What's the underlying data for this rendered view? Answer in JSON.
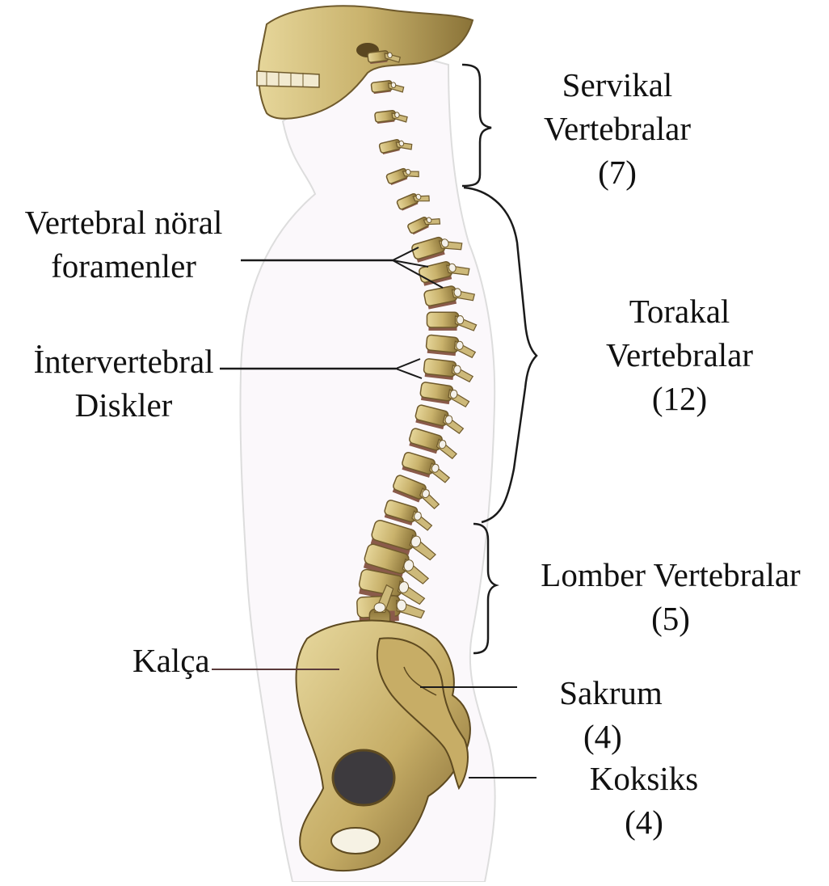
{
  "labels": {
    "cervical": {
      "name": "Servikal",
      "sub": "Vertebralar",
      "count": "(7)"
    },
    "thoracic": {
      "name": "Torakal",
      "sub": "Vertebralar",
      "count": "(12)"
    },
    "lumbar": {
      "name": "Lomber Vertebralar",
      "count": "(5)"
    },
    "sacrum": {
      "name": "Sakrum",
      "count": "(4)"
    },
    "coccyx": {
      "name": "Koksiks",
      "count": "(4)"
    },
    "foramina": {
      "line1": "Vertebral nöral",
      "line2": "foramenler"
    },
    "discs": {
      "line1": "İntervertebral",
      "line2": "Diskler"
    },
    "hip": {
      "name": "Kalça"
    }
  },
  "colors": {
    "bone": "#cdb97a",
    "bone_shadow": "#6f5a2c",
    "disc": "#8a5a4a",
    "body_outline": "#dcdcdc",
    "body_fill": "#fbf9fb",
    "leader_line": "#1a1a1a"
  }
}
